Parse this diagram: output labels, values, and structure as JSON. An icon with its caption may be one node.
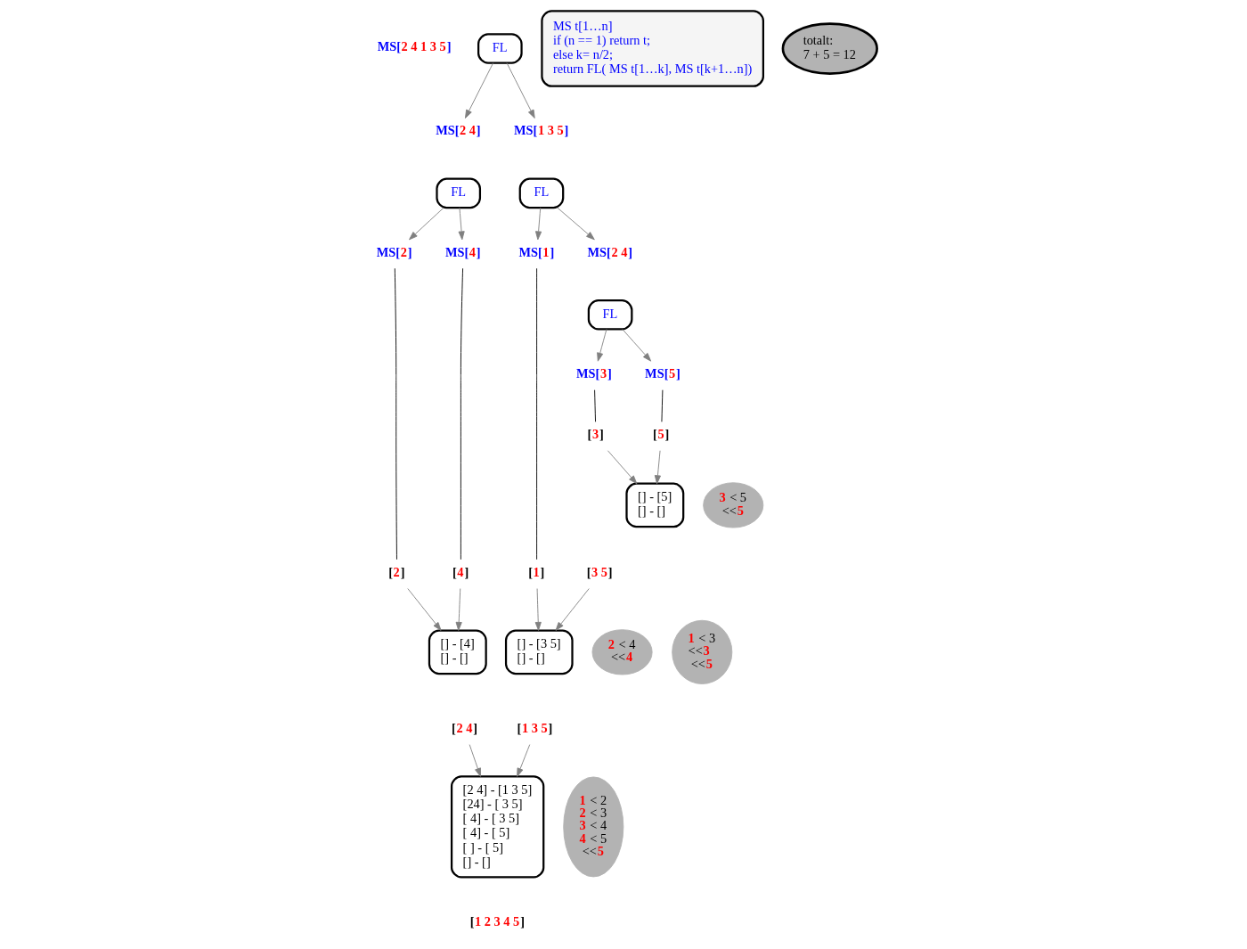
{
  "diagram": {
    "nodes": [
      {
        "text": [
          "MS[2 4 1 3 5]"
        ]
      },
      {
        "text": [
          "FL"
        ]
      },
      {
        "text": [
          "MS[2 4]"
        ]
      },
      {
        "text": [
          "MS[1 3 5]"
        ]
      },
      {
        "text": [
          "FL"
        ]
      },
      {
        "text": [
          "FL"
        ]
      },
      {
        "text": [
          "MS[2]"
        ]
      },
      {
        "text": [
          "MS[4]"
        ]
      },
      {
        "text": [
          "MS[1]"
        ]
      },
      {
        "text": [
          "MS[2 4]"
        ]
      },
      {
        "text": [
          "FL"
        ]
      },
      {
        "text": [
          "MS[3]"
        ]
      },
      {
        "text": [
          "MS[5]"
        ]
      },
      {
        "text": [
          "[2]"
        ]
      },
      {
        "text": [
          "[4]"
        ]
      },
      {
        "text": [
          "[1]"
        ]
      },
      {
        "text": [
          "[3]"
        ]
      },
      {
        "text": [
          "[5]"
        ]
      },
      {
        "text": [
          "[] - [4]",
          "[] - []"
        ]
      },
      {
        "text": [
          "2 < 4",
          "<<4"
        ]
      },
      {
        "text": [
          "[2 4]"
        ]
      },
      {
        "text": [
          "[] - [3 5]",
          "[] - []"
        ]
      },
      {
        "text": [
          "1 < 3",
          "<<3",
          "<<5"
        ]
      },
      {
        "text": [
          "[1 3 5]"
        ]
      },
      {
        "text": [
          "[] - [5]",
          "[] - []"
        ]
      },
      {
        "text": [
          "3 < 5",
          "<<5"
        ]
      },
      {
        "text": [
          "[3 5]"
        ]
      },
      {
        "text": [
          "[2 4] - [1 3 5]",
          "[24] - [ 3 5]",
          "[ 4] - [ 3 5]",
          "[ 4] - [ 5]",
          "[ ] - [ 5]",
          "[] - []"
        ]
      },
      {
        "text": [
          "1 < 2",
          "2 < 3",
          "3 < 4",
          "4 < 5",
          "<<5"
        ]
      },
      {
        "text": [
          "[1 2 3 4 5]"
        ]
      },
      {
        "text": [
          "MS t[1…n]",
          "if (n == 1) return t;",
          "else k= n/2;",
          "return FL( MS t[1…k], MS t[k+1…n])"
        ]
      },
      {
        "text": [
          "totalt:",
          "7 + 5 = 12"
        ]
      }
    ],
    "edges": [
      {
        "from": 1,
        "to": 2,
        "arrow": "to"
      },
      {
        "from": 1,
        "to": 3,
        "arrow": "to"
      },
      {
        "from": 4,
        "to": 6,
        "arrow": "to"
      },
      {
        "from": 4,
        "to": 7,
        "arrow": "to"
      },
      {
        "from": 5,
        "to": 8,
        "arrow": "to"
      },
      {
        "from": 5,
        "to": 9,
        "arrow": "to"
      },
      {
        "from": 10,
        "to": 11,
        "arrow": "to"
      },
      {
        "from": 10,
        "to": 12,
        "arrow": "to"
      },
      {
        "from": 6,
        "to": 13,
        "arrow": "none",
        "color": "#000000"
      },
      {
        "from": 7,
        "to": 14,
        "arrow": "none",
        "color": "#000000"
      },
      {
        "from": 8,
        "to": 15,
        "arrow": "none",
        "color": "#000000"
      },
      {
        "from": 11,
        "to": 16,
        "arrow": "none",
        "color": "#000000"
      },
      {
        "from": 12,
        "to": 17,
        "arrow": "none",
        "color": "#000000"
      },
      {
        "from": 13,
        "to": 18,
        "arrow": "to"
      },
      {
        "from": 14,
        "to": 18,
        "arrow": "to"
      },
      {
        "from": 15,
        "to": 21,
        "arrow": "to"
      },
      {
        "from": 26,
        "to": 21,
        "arrow": "to"
      },
      {
        "from": 16,
        "to": 24,
        "arrow": "to"
      },
      {
        "from": 17,
        "to": 24,
        "arrow": "to"
      },
      {
        "from": 20,
        "to": 27,
        "arrow": "to"
      },
      {
        "from": 23,
        "to": 27,
        "arrow": "to"
      }
    ]
  }
}
